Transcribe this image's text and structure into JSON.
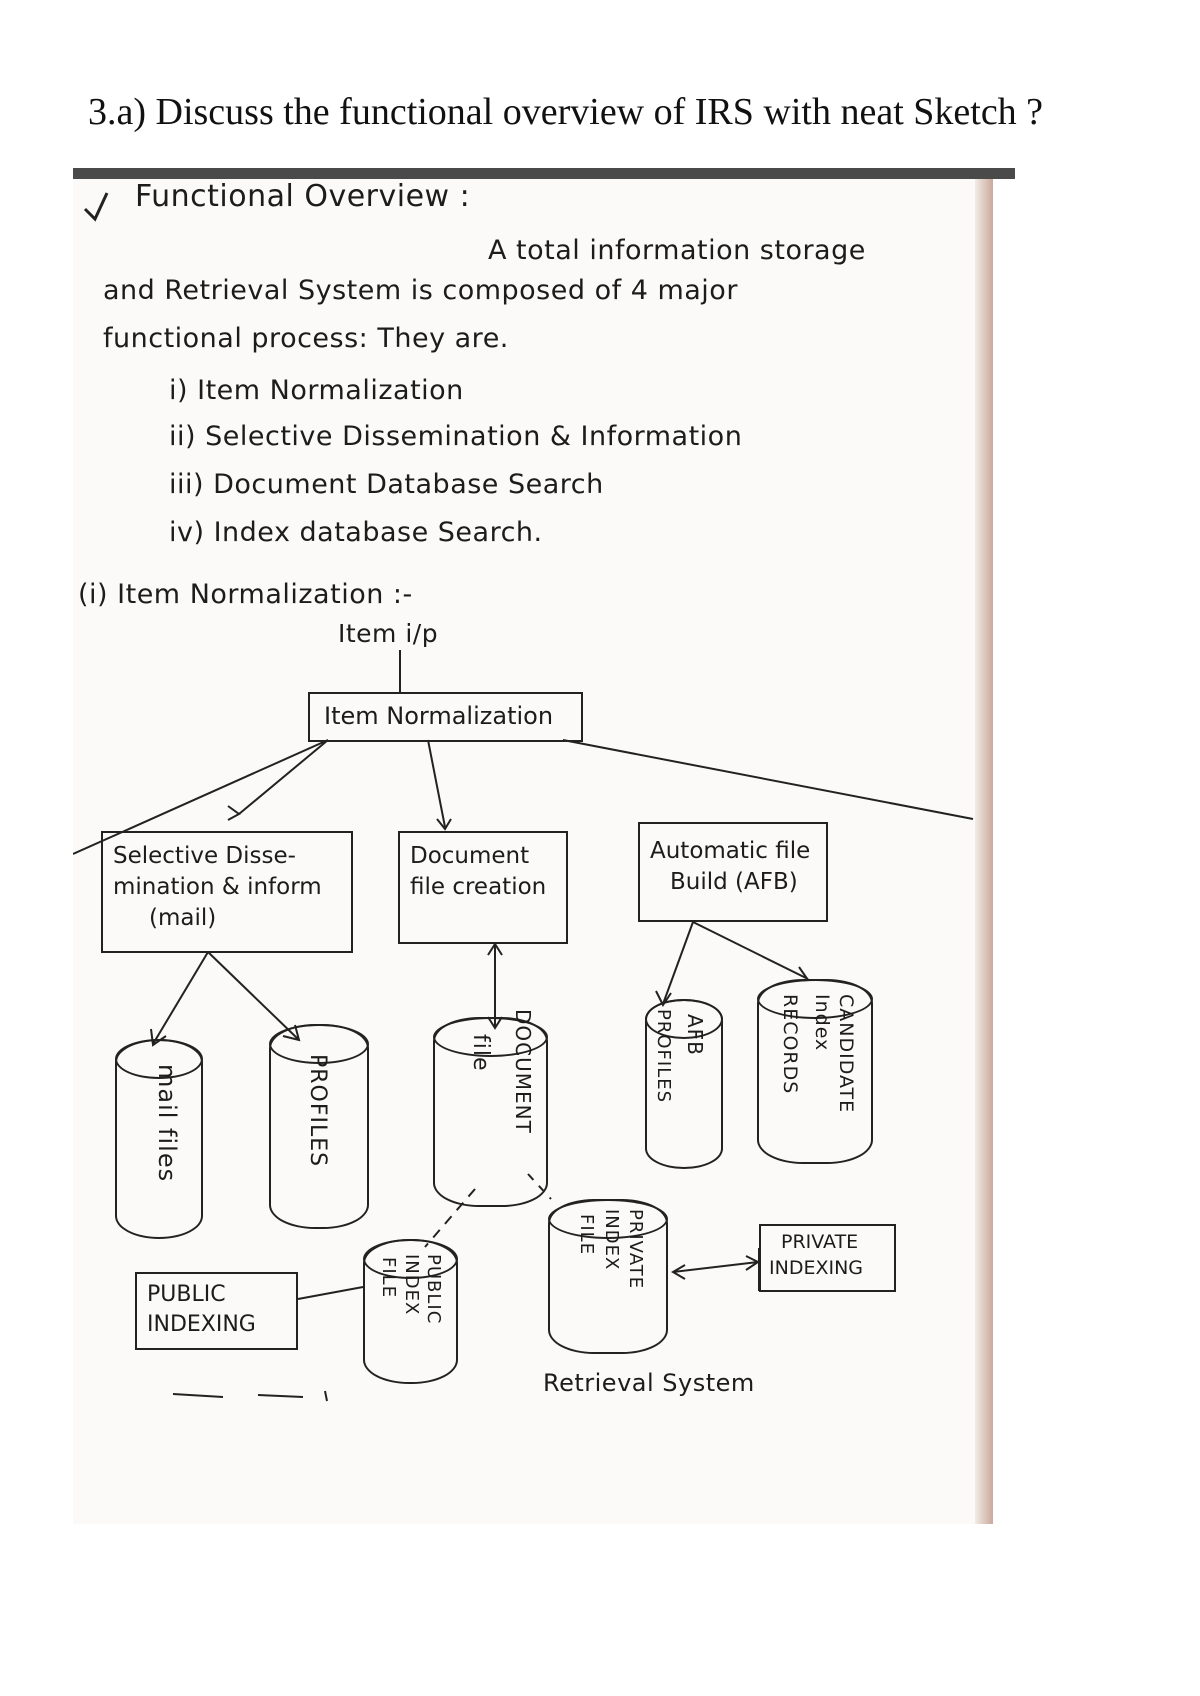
{
  "question": "3.a) Discuss the functional overview of IRS with neat Sketch ?",
  "notes": {
    "heading": "Functional Overview :",
    "intro_line1": "A total information storage",
    "intro_line2": "and Retrieval System is composed of 4 major",
    "intro_line3": "functional process: They are.",
    "items": [
      "i) Item Normalization",
      "ii) Selective Dissemination & Information",
      "iii) Document Database Search",
      "iv) Index database Search."
    ],
    "sub_heading": "(i) Item Normalization :-"
  },
  "diagram": {
    "input_label": "Item i/p",
    "item_normalization": "Item Normalization",
    "sdi_box": [
      "Selective Disse-",
      "mination & inform",
      "(mail)"
    ],
    "doc_file_box": [
      "Document",
      "file creation"
    ],
    "afb_box": [
      "Automatic file",
      "Build (AFB)"
    ],
    "mail_files": "mail files",
    "profiles": "PROFILES",
    "document_file": [
      "DOCUMENT",
      "file"
    ],
    "afb_profiles": [
      "AFB",
      "PROFILES"
    ],
    "candidate_index": [
      "CANDIDATE",
      "Index",
      "RECORDS"
    ],
    "public_indexing": [
      "PUBLIC",
      "INDEXING"
    ],
    "public_index_file": [
      "PUBLIC",
      "INDEX",
      "FILE"
    ],
    "private_index_file": [
      "PRIVATE",
      "INDEX",
      "FILE"
    ],
    "private_indexing": [
      "PRIVATE",
      "INDEXING"
    ],
    "retrieval_system": "Retrieval System"
  }
}
